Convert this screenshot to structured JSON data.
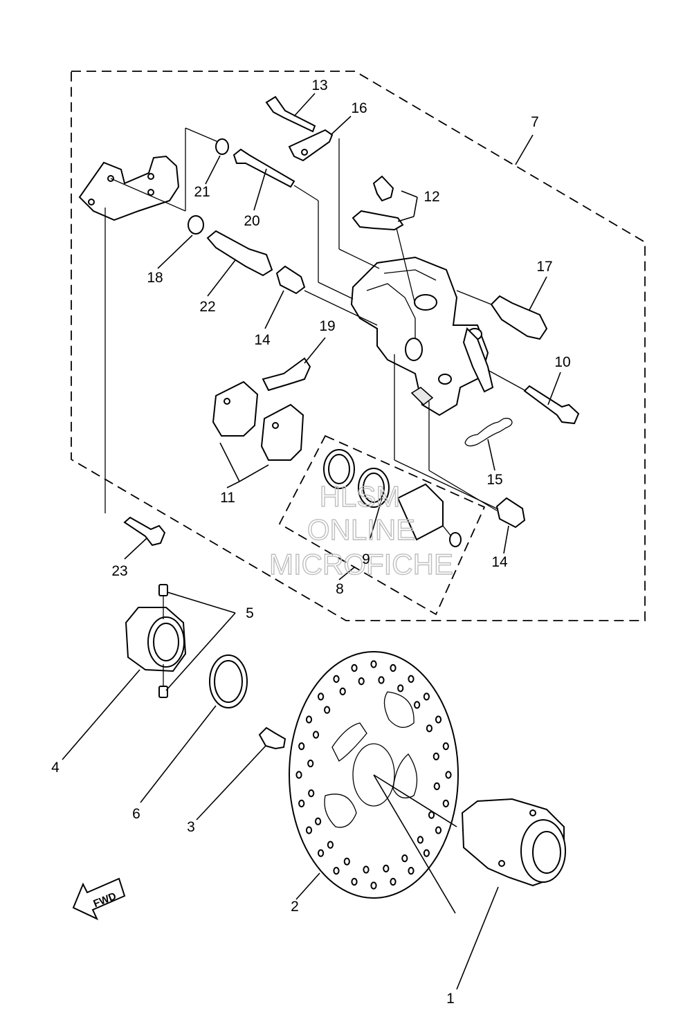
{
  "callouts": [
    {
      "id": "1",
      "text": "1"
    },
    {
      "id": "2",
      "text": "2"
    },
    {
      "id": "3",
      "text": "3"
    },
    {
      "id": "4",
      "text": "4"
    },
    {
      "id": "5",
      "text": "5"
    },
    {
      "id": "6",
      "text": "6"
    },
    {
      "id": "7",
      "text": "7"
    },
    {
      "id": "8",
      "text": "8"
    },
    {
      "id": "9",
      "text": "9"
    },
    {
      "id": "10",
      "text": "10"
    },
    {
      "id": "11",
      "text": "11"
    },
    {
      "id": "12",
      "text": "12"
    },
    {
      "id": "13",
      "text": "13"
    },
    {
      "id": "14a",
      "text": "14"
    },
    {
      "id": "14b",
      "text": "14"
    },
    {
      "id": "15",
      "text": "15"
    },
    {
      "id": "16",
      "text": "16"
    },
    {
      "id": "17",
      "text": "17"
    },
    {
      "id": "18",
      "text": "18"
    },
    {
      "id": "19",
      "text": "19"
    },
    {
      "id": "20",
      "text": "20"
    },
    {
      "id": "21",
      "text": "21"
    },
    {
      "id": "22",
      "text": "22"
    },
    {
      "id": "23",
      "text": "23"
    }
  ],
  "direction_arrow": {
    "text": "FWD"
  },
  "watermark": {
    "line1": "HLSM",
    "line2": "ONLINE",
    "line3": "MICROFICHE"
  }
}
